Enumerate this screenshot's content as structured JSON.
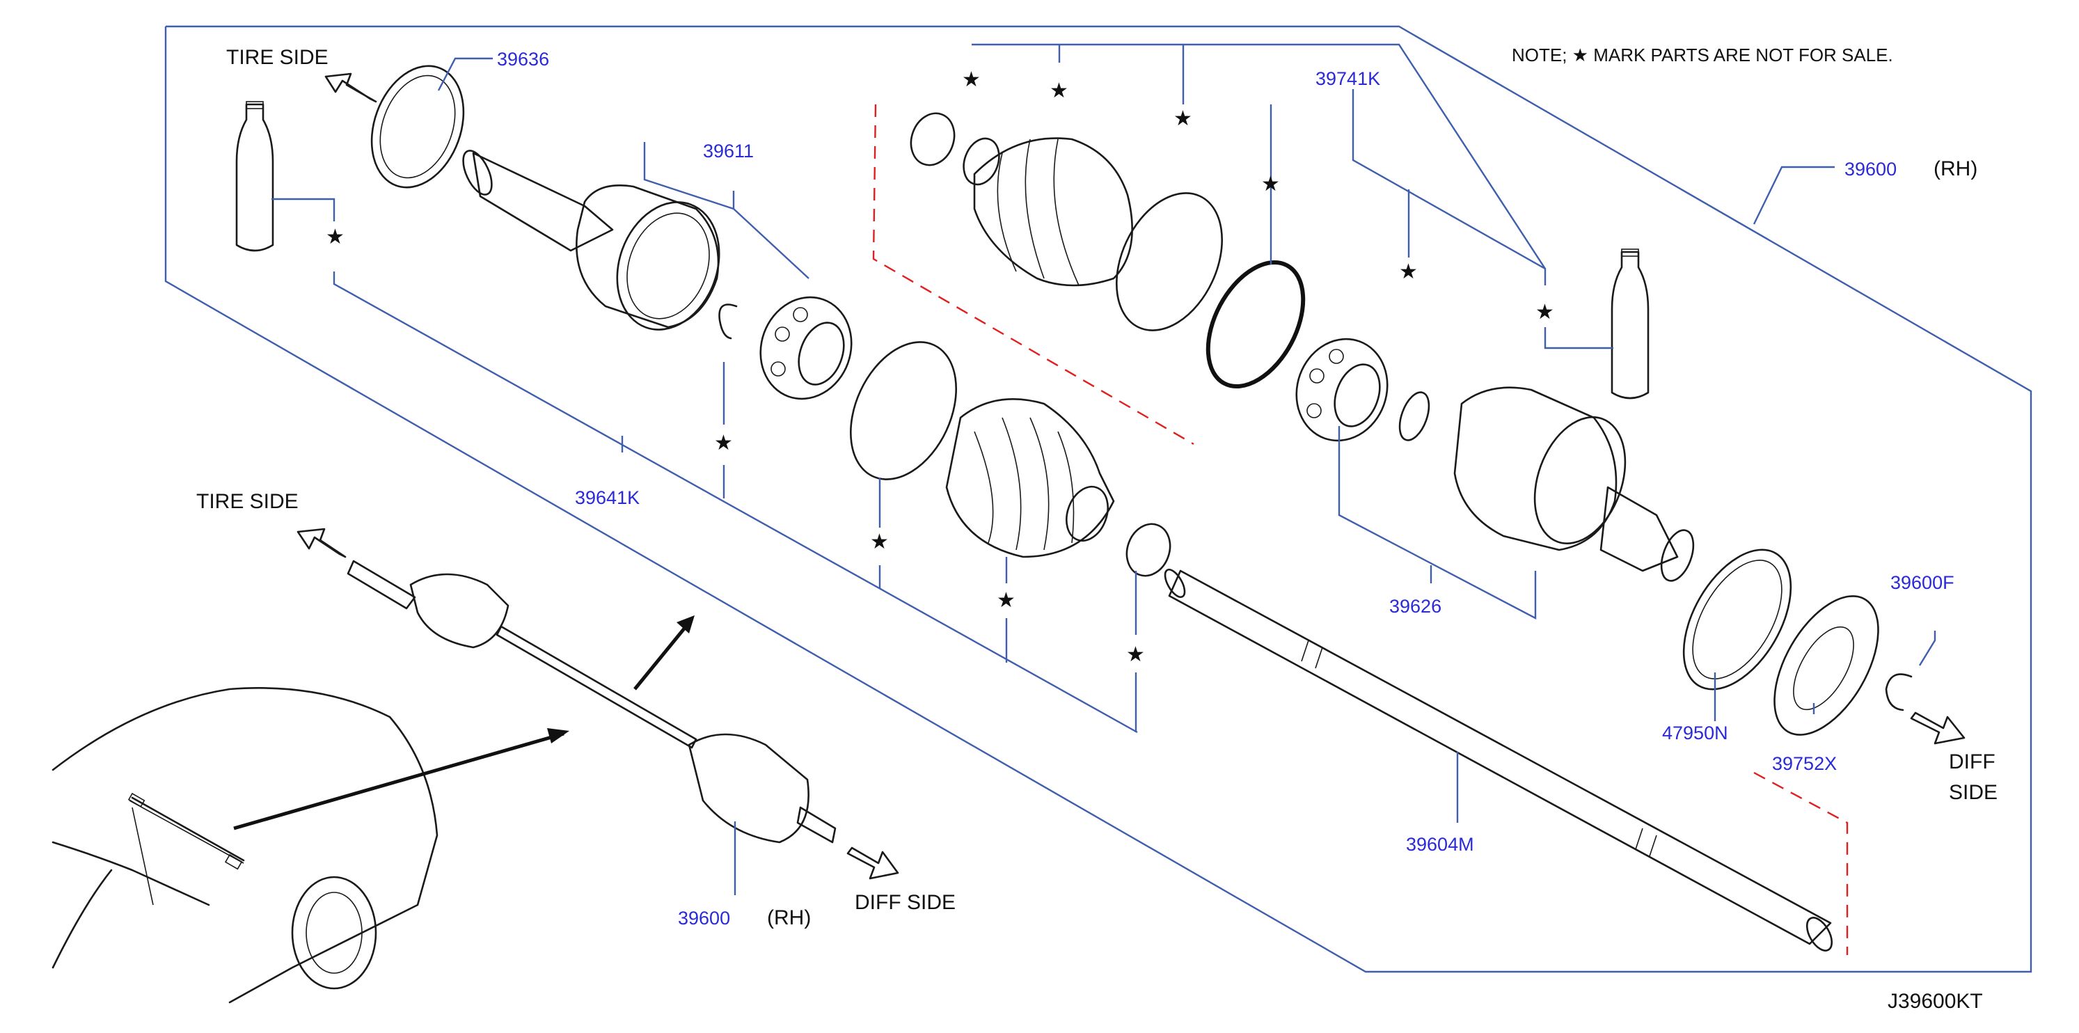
{
  "colors": {
    "leader": "#3f5fae",
    "part_number": "#2a2ad8",
    "cut_line": "#e02020",
    "ink": "#1a1a1a"
  },
  "note": "NOTE; ★ MARK PARTS ARE NOT FOR SALE.",
  "star_symbol": "★",
  "direction_labels": {
    "tire_side_top": "TIRE SIDE",
    "tire_side_left": "TIRE SIDE",
    "diff_side_bottom": "DIFF SIDE",
    "diff_side_right_1": "DIFF",
    "diff_side_right_2": "SIDE"
  },
  "parts": {
    "p39636": "39636",
    "p39611": "39611",
    "p39741K": "39741K",
    "p39600_top": "39600",
    "rh_top": "(RH)",
    "p39641K": "39641K",
    "p39626": "39626",
    "p39600F": "39600F",
    "p47950N": "47950N",
    "p39752X": "39752X",
    "p39604M": "39604M",
    "p39600_bottom": "39600",
    "rh_bottom": "(RH)"
  },
  "diagram_code": "J39600KT"
}
